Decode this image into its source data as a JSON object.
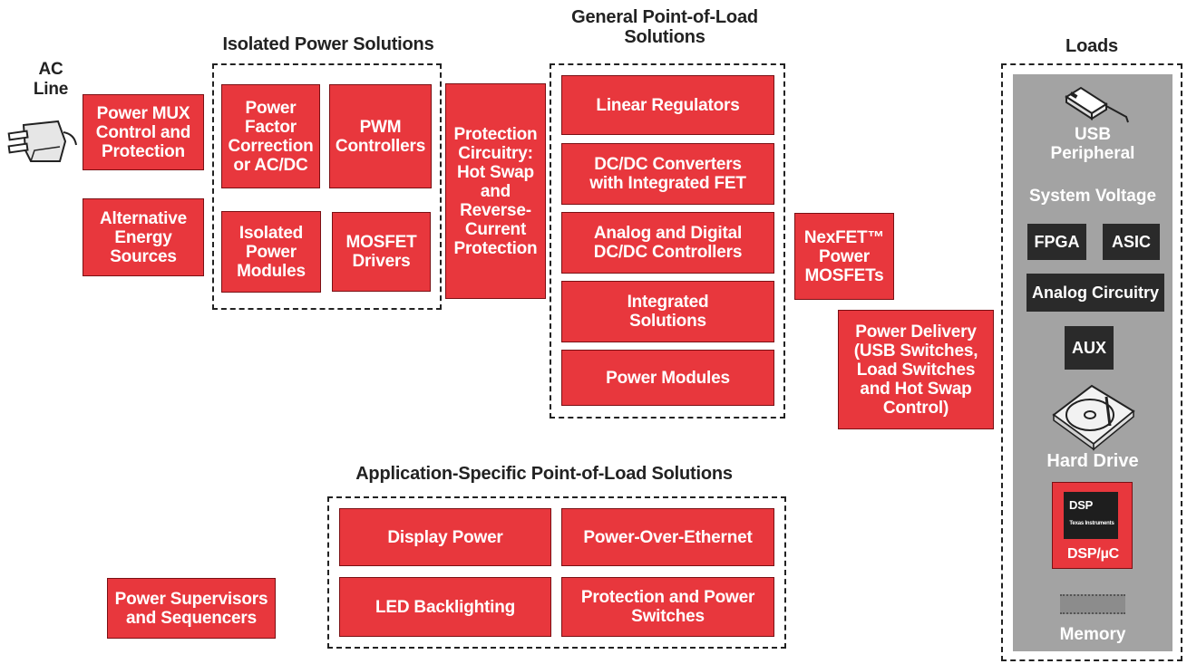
{
  "colors": {
    "block": "#e8373d",
    "loads_panel": "#a3a3a3",
    "dark_block": "#2a2a2a"
  },
  "ac_line": {
    "label": "AC\nLine",
    "icon": "power-plug-icon"
  },
  "isolated": {
    "title": "Isolated Power Solutions",
    "pfc": "Power\nFactor\nCorrection\nor AC/DC",
    "pwm": "PWM\nControllers",
    "modules": "Isolated\nPower\nModules",
    "drivers": "MOSFET\nDrivers"
  },
  "left": {
    "power_mux": "Power MUX\nControl and\nProtection",
    "alt_energy": "Alternative\nEnergy\nSources",
    "supervisors": "Power Supervisors\nand Sequencers"
  },
  "protection": "Protection\nCircuitry:\nHot Swap\nand\nReverse-\nCurrent\nProtection",
  "general": {
    "title": "General Point-of-Load\nSolutions",
    "items": [
      "Linear Regulators",
      "DC/DC Converters\nwith Integrated FET",
      "Analog and Digital\nDC/DC Controllers",
      "Integrated\nSolutions",
      "Power Modules"
    ]
  },
  "nexfet": "NexFET™\nPower\nMOSFETs",
  "power_delivery": "Power Delivery\n(USB Switches,\nLoad Switches\nand Hot Swap\nControl)",
  "app_specific": {
    "title": "Application-Specific Point-of-Load Solutions",
    "display": "Display Power",
    "poe": "Power-Over-Ethernet",
    "led": "LED Backlighting",
    "protection_switches": "Protection and Power\nSwitches"
  },
  "loads": {
    "title": "Loads",
    "usb": "USB\nPeripheral",
    "system_voltage": "System Voltage",
    "fpga": "FPGA",
    "asic": "ASIC",
    "analog": "Analog Circuitry",
    "aux": "AUX",
    "hard_drive": "Hard Drive",
    "dsp_chip": "DSP",
    "ti_logo": "Texas Instruments",
    "dsp": "DSP/µC",
    "memory": "Memory"
  }
}
